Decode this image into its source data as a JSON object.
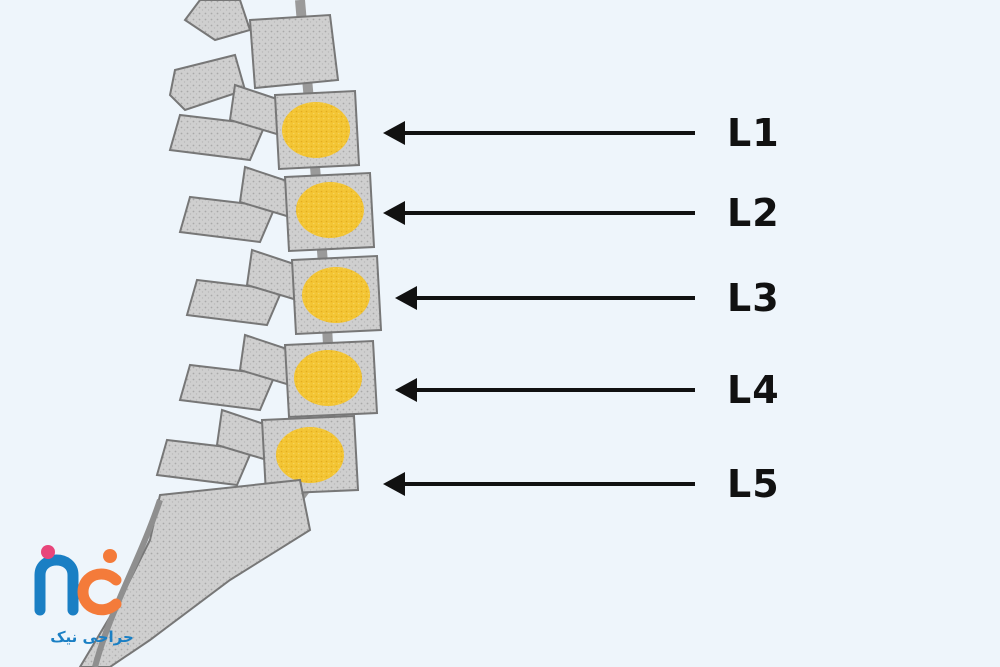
{
  "labels": [
    "L1",
    "L2",
    "L3",
    "L4",
    "L5"
  ],
  "logo": {
    "text": "جراحی نیک"
  },
  "colors": {
    "background": "#eef5fb",
    "bone": "#c9c9c9",
    "bone_shadow": "#8f8f8f",
    "disc": "#f2c12e",
    "arrow": "#111111",
    "logo_blue": "#1a7fc4",
    "logo_orange": "#f47b3a",
    "logo_pink": "#e8457a"
  }
}
